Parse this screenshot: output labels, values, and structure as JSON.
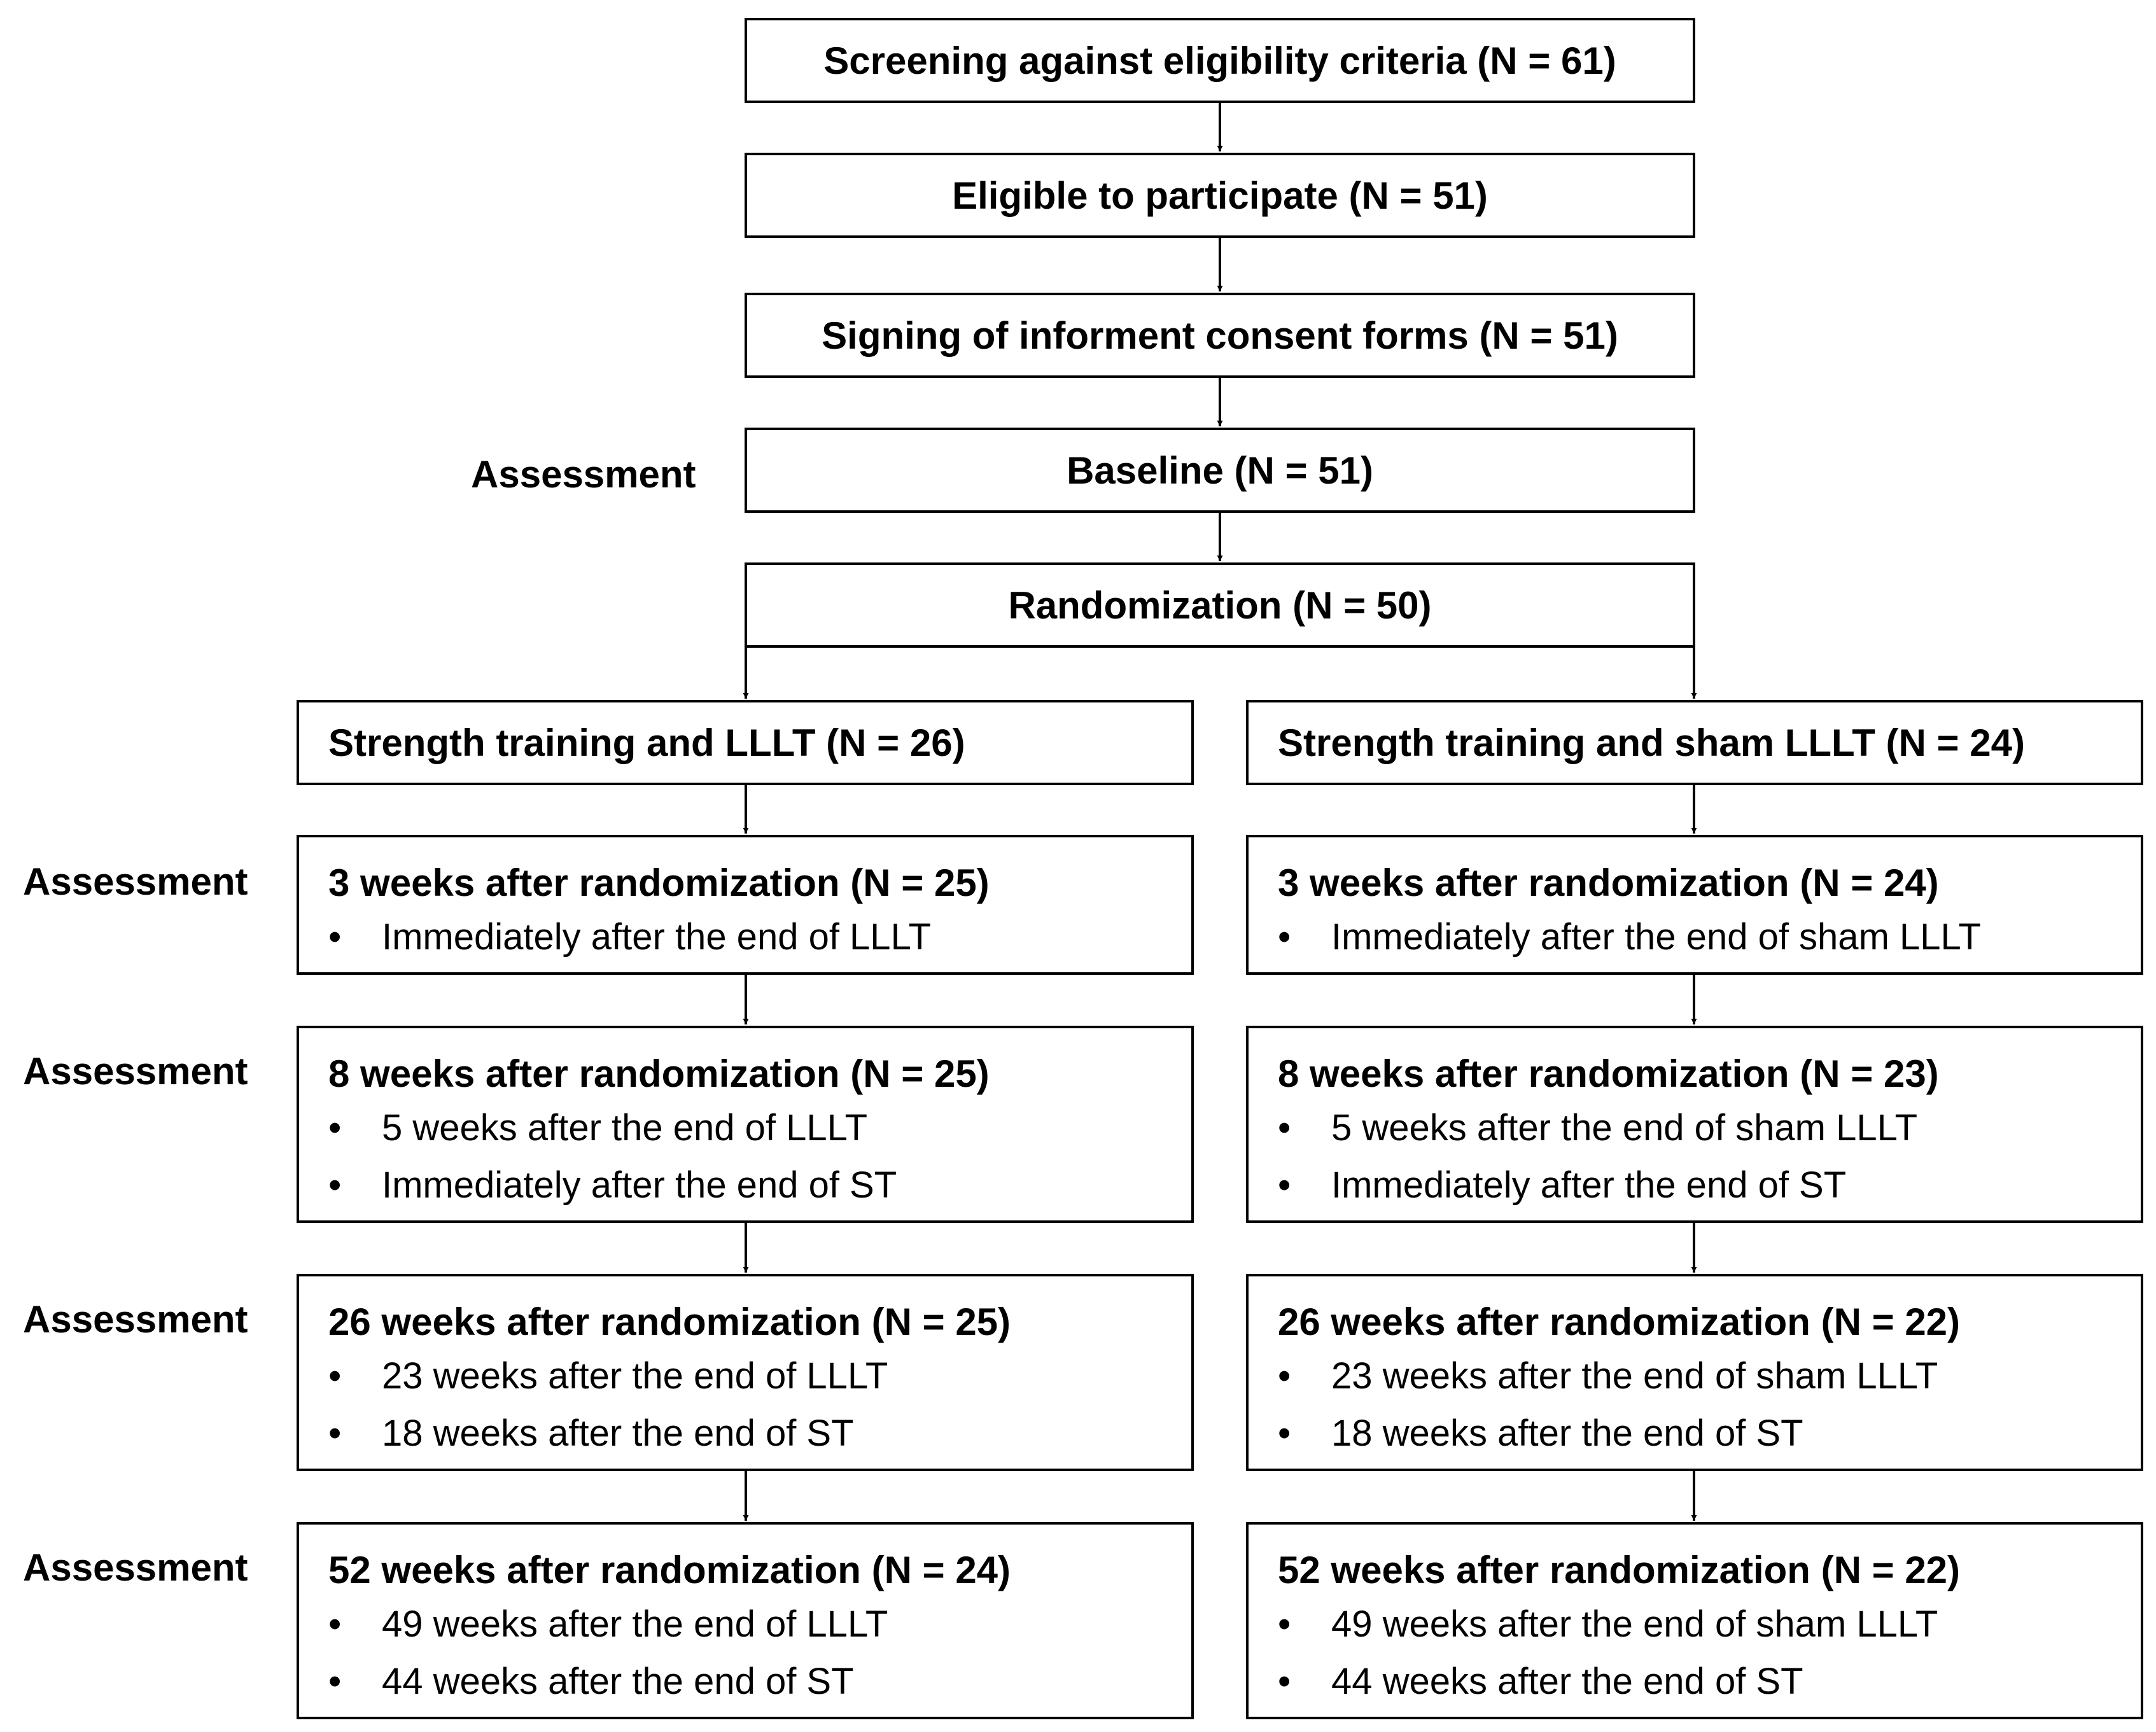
{
  "figure": {
    "flow": [
      "Screening against eligibility criteria (N = 61)",
      "Eligible to participate (N = 51)",
      "Signing of informent consent forms (N = 51)",
      "Baseline (N = 51)",
      "Randomization (N = 50)"
    ],
    "assessment_label": "Assessment",
    "bullet_symbol": "•",
    "arms": [
      {
        "title": "Strength training and LLLT (N = 26)",
        "stages": [
          {
            "title": "3 weeks after randomization (N = 25)",
            "bullets": [
              "Immediately after the end of LLLT"
            ]
          },
          {
            "title": "8 weeks after randomization (N = 25)",
            "bullets": [
              "5 weeks after the end of LLLT",
              "Immediately after the end of ST"
            ]
          },
          {
            "title": "26 weeks after randomization (N = 25)",
            "bullets": [
              "23 weeks after the end of LLLT",
              "18 weeks after the end of ST"
            ]
          },
          {
            "title": "52 weeks after randomization (N = 24)",
            "bullets": [
              "49 weeks after the end of LLLT",
              "44 weeks after the end of ST"
            ]
          }
        ]
      },
      {
        "title": "Strength training and sham LLLT (N = 24)",
        "stages": [
          {
            "title": "3 weeks after randomization (N = 24)",
            "bullets": [
              "Immediately after the end of sham LLLT"
            ]
          },
          {
            "title": "8 weeks after randomization (N = 23)",
            "bullets": [
              "5 weeks after the end of sham LLLT",
              "Immediately after the end of ST"
            ]
          },
          {
            "title": "26 weeks after randomization (N = 22)",
            "bullets": [
              "23 weeks after the end of sham LLLT",
              "18 weeks after the end of ST"
            ]
          },
          {
            "title": "52 weeks after randomization (N = 22)",
            "bullets": [
              "49 weeks after the end of sham LLLT",
              "44 weeks after the end of ST"
            ]
          }
        ]
      }
    ]
  }
}
